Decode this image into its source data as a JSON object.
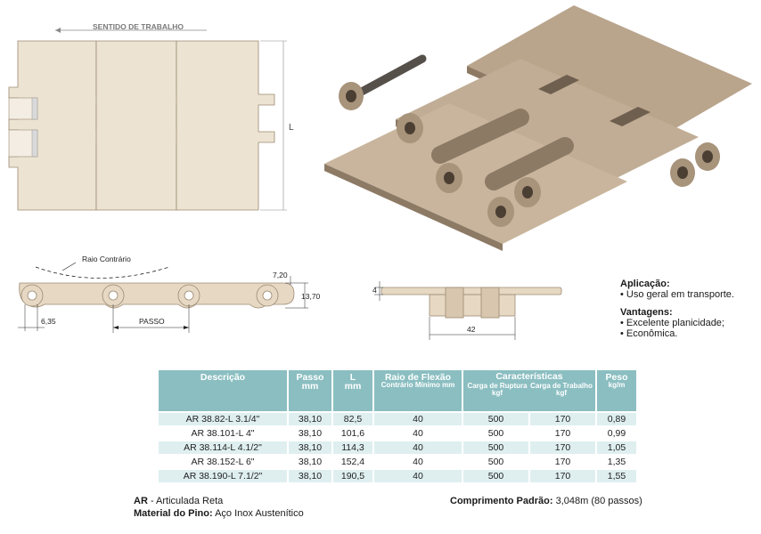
{
  "top_view": {
    "direction_label": "SENTIDO DE TRABALHO",
    "dim_label": "L"
  },
  "side_view": {
    "radius_label": "Raio Contrário",
    "dim_height_top": "7,20",
    "dim_height_total": "13,70",
    "dim_hole": "6,35",
    "dim_pitch": "PASSO"
  },
  "section_view": {
    "dim_thickness": "4",
    "dim_width": "42"
  },
  "info": {
    "application_title": "Aplicação:",
    "application_items": [
      "• Uso geral em transporte."
    ],
    "advantages_title": "Vantagens:",
    "advantages_items": [
      "• Excelente planicidade;",
      "• Econômica."
    ]
  },
  "table": {
    "headers": {
      "descricao": "Descrição",
      "passo": "Passo",
      "passo_unit": "mm",
      "l": "L",
      "l_unit": "mm",
      "raio": "Raio de Flexão",
      "raio_sub": "Contrário Mínimo mm",
      "caracteristicas": "Características",
      "carga_ruptura": "Carga de Ruptura kgf",
      "carga_trabalho": "Carga de Trabalho kgf",
      "peso": "Peso",
      "peso_unit": "kg/m"
    },
    "rows": [
      [
        "AR 38.82-L 3.1/4\"",
        "38,10",
        "82,5",
        "40",
        "500",
        "170",
        "0,89"
      ],
      [
        "AR 38.101-L 4\"",
        "38,10",
        "101,6",
        "40",
        "500",
        "170",
        "0,99"
      ],
      [
        "AR 38.114-L 4.1/2\"",
        "38,10",
        "114,3",
        "40",
        "500",
        "170",
        "1,05"
      ],
      [
        "AR 38.152-L 6\"",
        "38,10",
        "152,4",
        "40",
        "500",
        "170",
        "1,35"
      ],
      [
        "AR 38.190-L 7.1/2\"",
        "38,10",
        "190,5",
        "40",
        "500",
        "170",
        "1,55"
      ]
    ]
  },
  "footer": {
    "ar_label": "AR",
    "ar_text": " - Articulada Reta",
    "pin_label": "Material do Pino:",
    "pin_text": " Aço Inox Austenítico",
    "length_label": "Comprimento Padrão:",
    "length_text": " 3,048m (80 passos)"
  },
  "colors": {
    "plastic": "#e6d8c3",
    "plastic_dark": "#b6a18a",
    "table_header": "#8bbec1",
    "table_row_alt": "#dfeff0"
  }
}
